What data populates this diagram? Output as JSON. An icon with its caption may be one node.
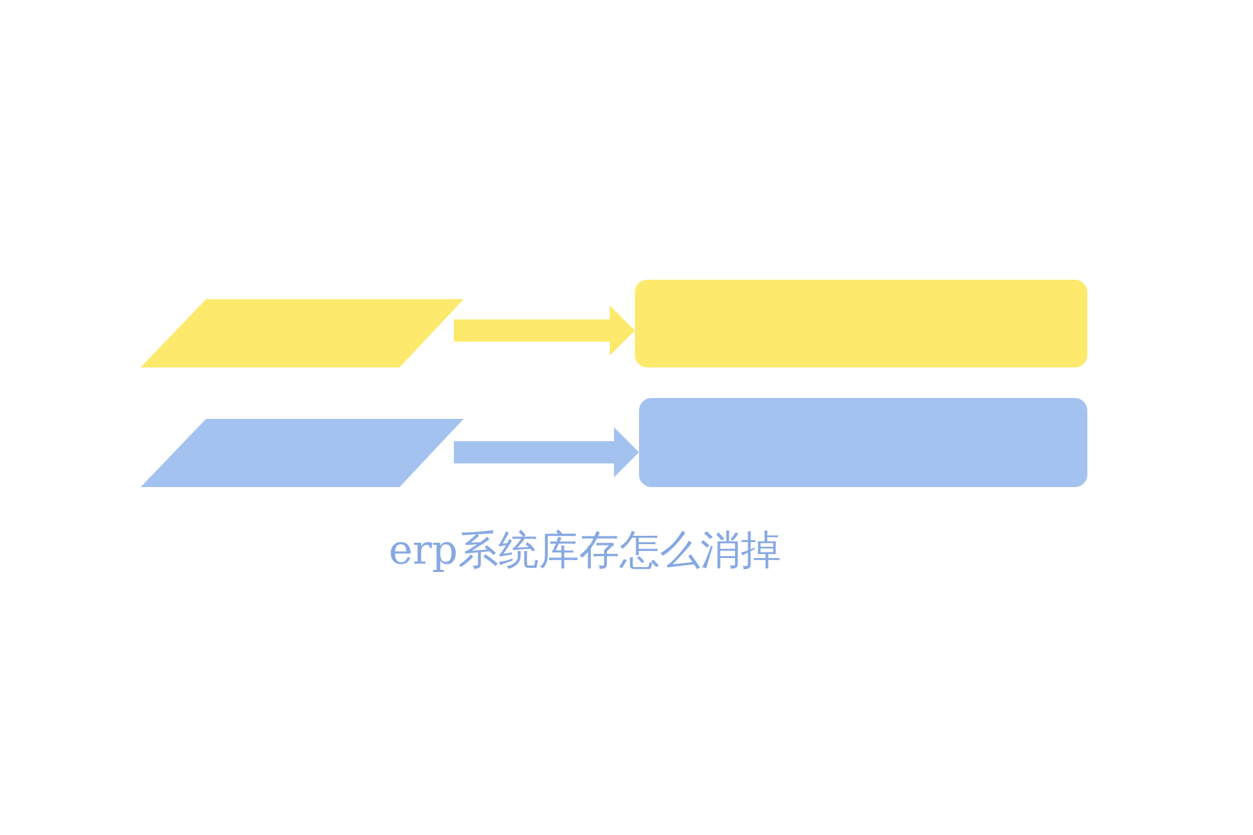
{
  "diagram": {
    "caption": "erp系统库存怎么消掉",
    "nodes": [
      {
        "text": [],
        "shape": "parallelogram"
      },
      {
        "text": [],
        "shape": "box"
      },
      {
        "text": [],
        "shape": "parallelogram"
      },
      {
        "text": [],
        "shape": "box"
      }
    ],
    "edges": [
      {
        "from": 0,
        "to": 1,
        "arrow": "to",
        "style": "thick",
        "color": "#fde96b"
      },
      {
        "from": 2,
        "to": 3,
        "arrow": "to",
        "style": "thick",
        "color": "#a3c2f0"
      }
    ]
  }
}
